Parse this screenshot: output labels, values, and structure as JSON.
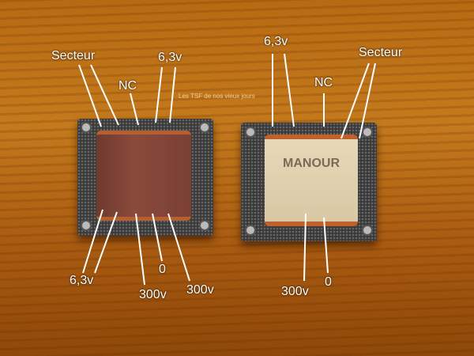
{
  "watermark": "Les TSF de nos vieux jours",
  "left_transformer": {
    "top_labels": {
      "mains": "Secteur",
      "nc": "NC",
      "heater": "6,3v"
    },
    "bottom_labels": {
      "heater": "6,3v",
      "hv1": "300v",
      "zero": "0",
      "hv2": "300v"
    }
  },
  "right_transformer": {
    "brand_label": "MANOUR",
    "top_labels": {
      "heater": "6,3v",
      "nc": "NC",
      "mains": "Secteur"
    },
    "bottom_labels": {
      "hv": "300v",
      "zero": "0"
    }
  }
}
